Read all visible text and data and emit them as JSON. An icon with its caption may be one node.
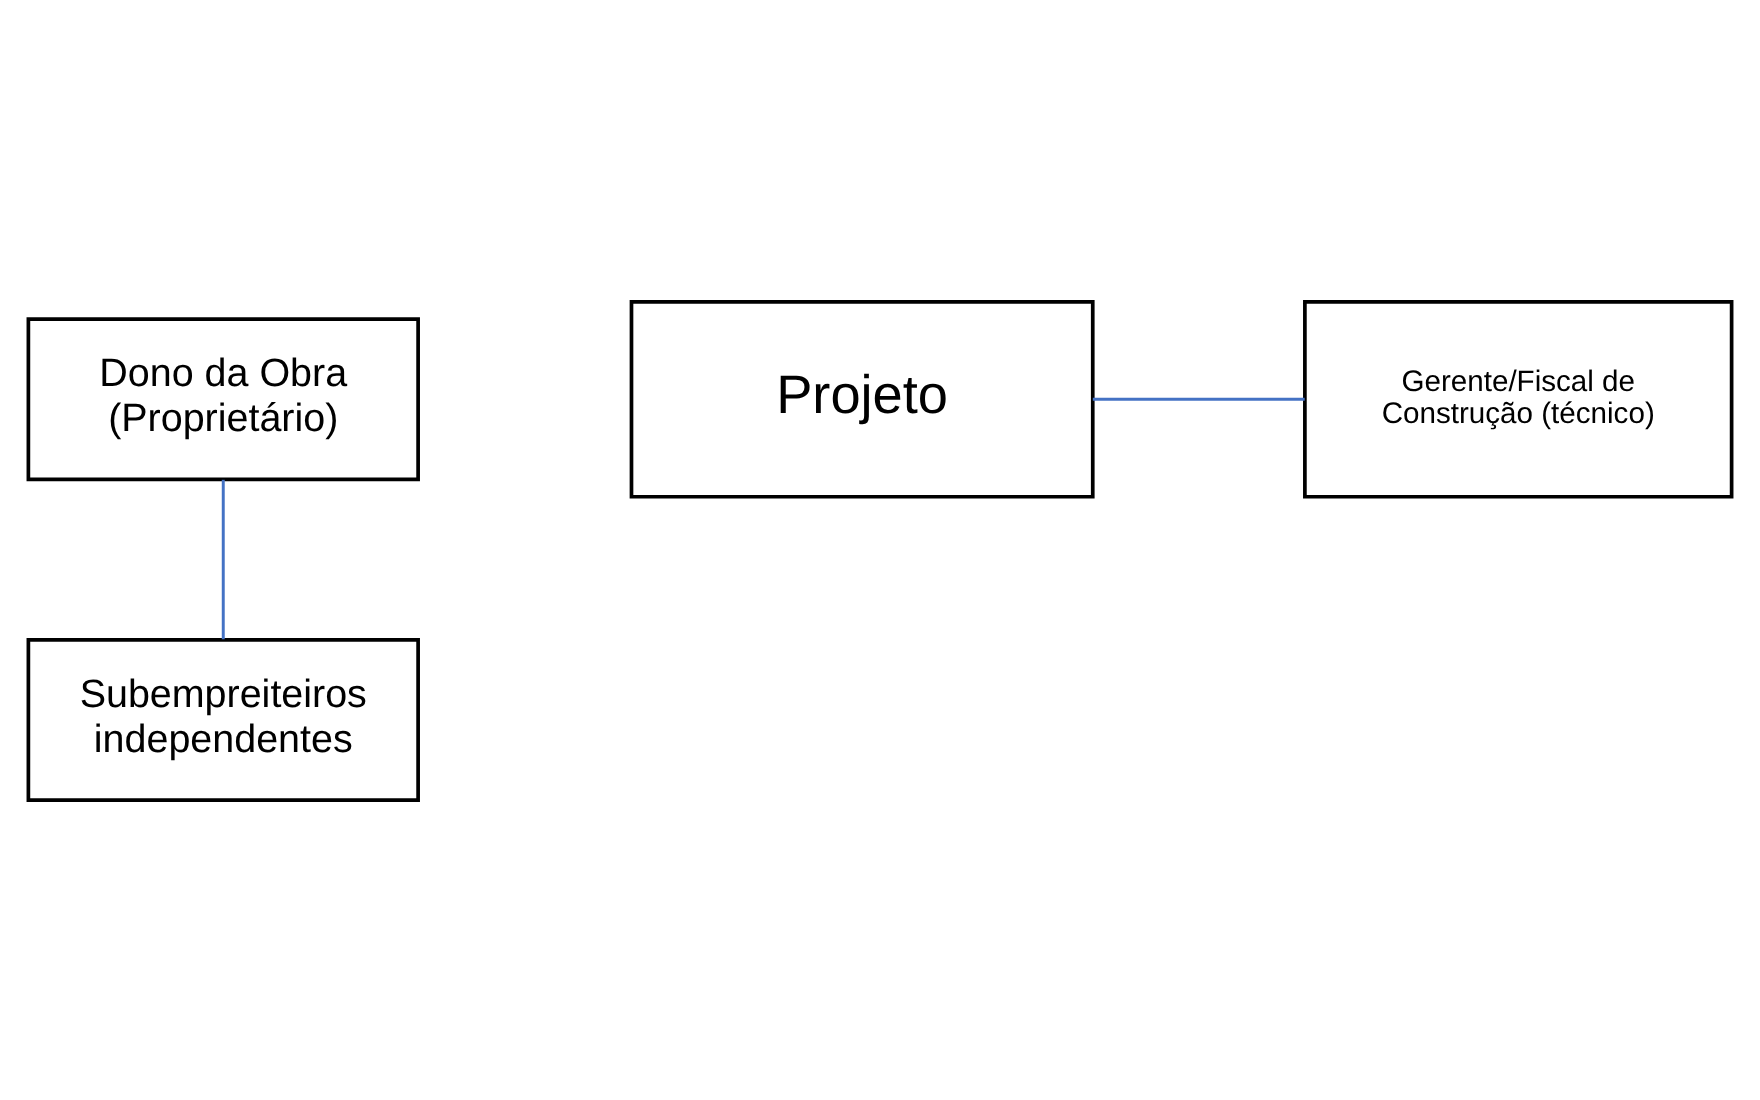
{
  "diagram": {
    "nodes": [
      {
        "text": [
          "Dono da Obra (Proprietário)"
        ]
      },
      {
        "text": [
          "Projeto"
        ]
      },
      {
        "text": [
          "Gerente/Fiscal de Construção (técnico)"
        ]
      },
      {
        "text": [
          "Subempreiteiros independentes"
        ]
      }
    ],
    "edges": [
      {
        "from": 0,
        "to": 3,
        "arrow": "none"
      },
      {
        "from": 1,
        "to": 2,
        "arrow": "none"
      }
    ]
  }
}
